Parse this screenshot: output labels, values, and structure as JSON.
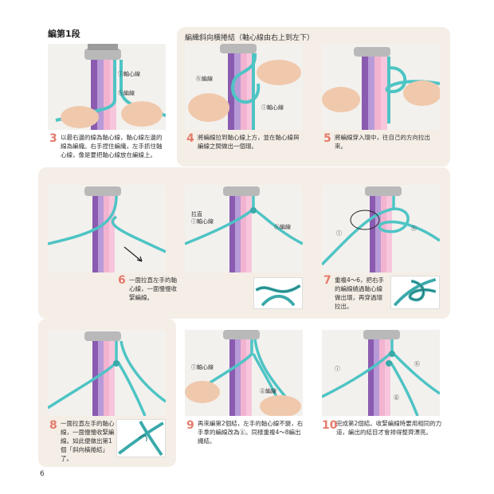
{
  "section_title": "編第1段",
  "sub_title": "編織斜向橫捲結（軸心線由右上到左下）",
  "page_number": "6",
  "steps": [
    {
      "num": "3",
      "text": "以最右邊的線為軸心線，軸心線左邊的線為編織。右手捏住編織，左手抓住軸心線，像是要把軸心線放在編線上。",
      "labels": [
        "ⓘ軸心線",
        "ⓗ編線"
      ]
    },
    {
      "num": "4",
      "text": "將編線拉到軸心線上方，並在軸心線與編線之間做出一個環。",
      "labels": [
        "ⓗ編線",
        "ⓘ軸心線"
      ]
    },
    {
      "num": "5",
      "text": "將編線穿入環中，往自己的方向拉出來。",
      "labels": []
    },
    {
      "num": "6",
      "text": "一面拉直左手的軸心線，一面慢慢收緊編線。",
      "labels": []
    },
    {
      "num": "",
      "text": "",
      "labels": [
        "拉直",
        "ⓘ軸心線",
        "ⓗ編線"
      ]
    },
    {
      "num": "7",
      "text": "重複4～6，把右手的編線繞過軸心線做出環，再穿過環拉出。",
      "labels": [
        "ⓘ",
        "ⓗ"
      ]
    },
    {
      "num": "8",
      "text": "一面拉直左手的軸心線，一面慢慢收緊編線。如此便做出第1個「斜向橫捲結」了。",
      "labels": []
    },
    {
      "num": "9",
      "text": "再來編第2個結，左手的軸心線不變，右手拿的編線改為ⓖ。同樣重複4～8編出繩結。",
      "labels": [
        "ⓘ軸心線",
        "ⓖ編線"
      ]
    },
    {
      "num": "10",
      "text": "完成第2個結。收緊編線時要用相同的力道，編出的結目才會排得整齊漂亮。",
      "labels": [
        "ⓘ",
        "ⓗ",
        "ⓖ"
      ]
    }
  ],
  "colors": {
    "accent": "#e47b6c",
    "cord_teal": "#4ec4c4",
    "cord_purple": "#8a5bb0",
    "cord_pink": "#f2b3d0",
    "cord_lilac": "#b89ad8",
    "background_block": "#f5eee6"
  }
}
